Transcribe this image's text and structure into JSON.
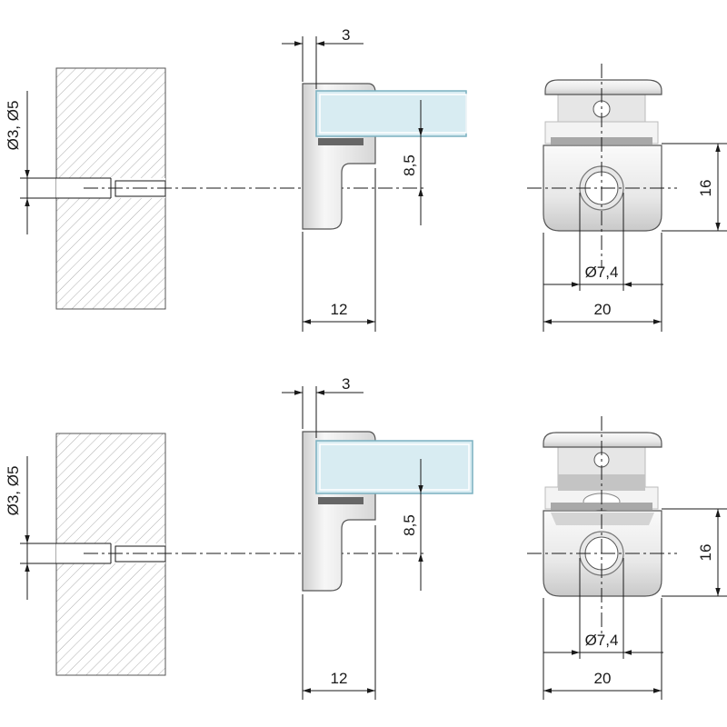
{
  "colors": {
    "line": "#1a1a1a",
    "hatch": "#9a9a9a",
    "glass_fill": "#d8ecf2",
    "glass_stroke": "#7ab0c0",
    "metal_light": "#f4f4f4",
    "metal_mid": "#d9d9d9",
    "metal_dark": "#a8a8a8",
    "gasket": "#666666"
  },
  "views": [
    {
      "label_drill": "Ø3, Ø5",
      "label_lip": "3",
      "label_height": "8,5",
      "label_depth": "12",
      "label_right_height": "16",
      "label_hole": "Ø7,4",
      "label_width": "20"
    },
    {
      "label_drill": "Ø3, Ø5",
      "label_lip": "3",
      "label_height": "8,5",
      "label_depth": "12",
      "label_right_height": "16",
      "label_hole": "Ø7,4",
      "label_width": "20"
    }
  ]
}
